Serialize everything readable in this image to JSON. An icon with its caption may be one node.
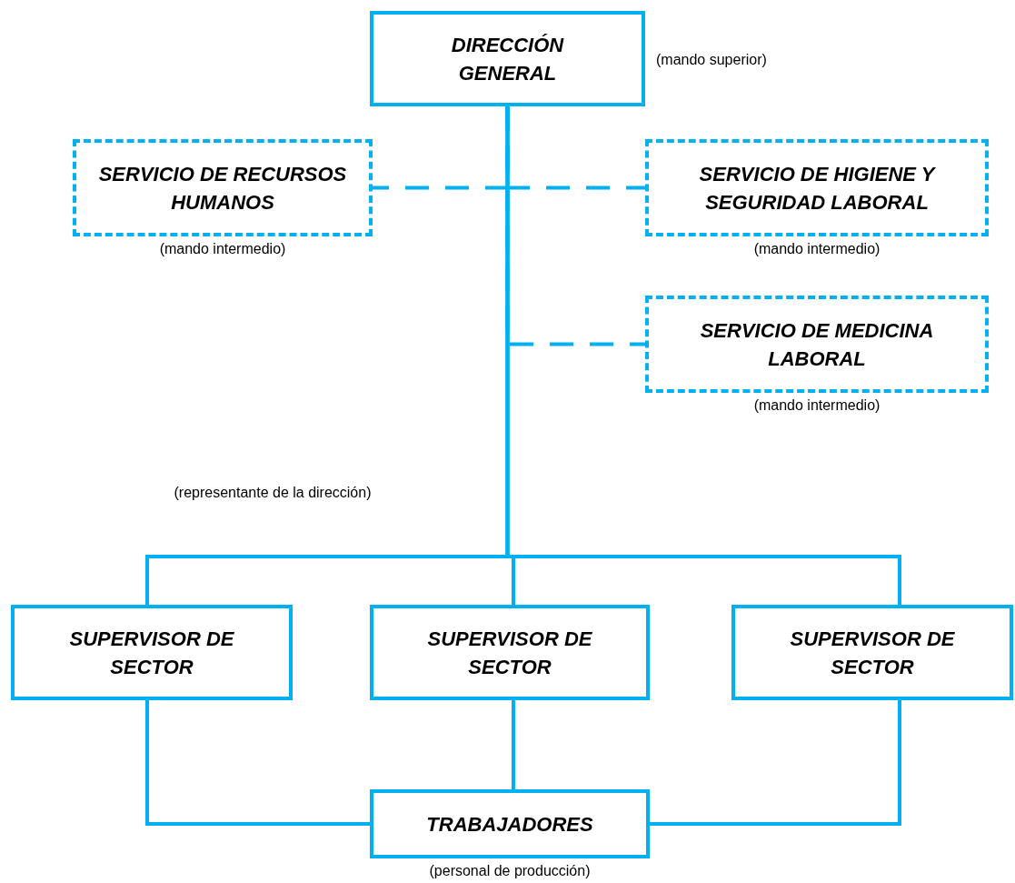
{
  "diagram": {
    "nodes": [
      {
        "text": [
          "DIRECCIÓN GENERAL"
        ],
        "beside": [
          "(mando superior)"
        ]
      },
      {
        "text": [
          "SERVICIO DE RECURSOS HUMANOS"
        ],
        "beside": [
          "(mando intermedio)"
        ]
      },
      {
        "text": [
          "SERVICIO DE HIGIENE Y SEGURIDAD LABORAL"
        ],
        "beside": [
          "(mando intermedio)"
        ]
      },
      {
        "text": [
          "SERVICIO DE MEDICINA LABORAL"
        ],
        "beside": [
          "(mando intermedio)"
        ]
      },
      {
        "text": [
          "SUPERVISOR DE SECTOR"
        ]
      },
      {
        "text": [
          "SUPERVISOR DE SECTOR"
        ]
      },
      {
        "text": [
          "SUPERVISOR DE SECTOR"
        ]
      },
      {
        "text": [
          "TRABAJADORES"
        ],
        "beside": [
          "(personal de producción)"
        ]
      }
    ],
    "edges": [
      {
        "from": 0,
        "to": 1,
        "arrow": "none",
        "style": "dashed"
      },
      {
        "from": 0,
        "to": 2,
        "arrow": "none",
        "style": "dashed"
      },
      {
        "from": 0,
        "to": 3,
        "arrow": "none",
        "style": "dashed"
      },
      {
        "from": 0,
        "to": 4,
        "arrow": "none"
      },
      {
        "from": 0,
        "to": 5,
        "arrow": "none"
      },
      {
        "from": 0,
        "to": 6,
        "arrow": "none"
      },
      {
        "from": 4,
        "to": 7,
        "arrow": "none"
      },
      {
        "from": 5,
        "to": 7,
        "arrow": "none"
      },
      {
        "from": 6,
        "to": 7,
        "arrow": "none"
      }
    ],
    "labels": [
      "(representante de la dirección)"
    ]
  }
}
